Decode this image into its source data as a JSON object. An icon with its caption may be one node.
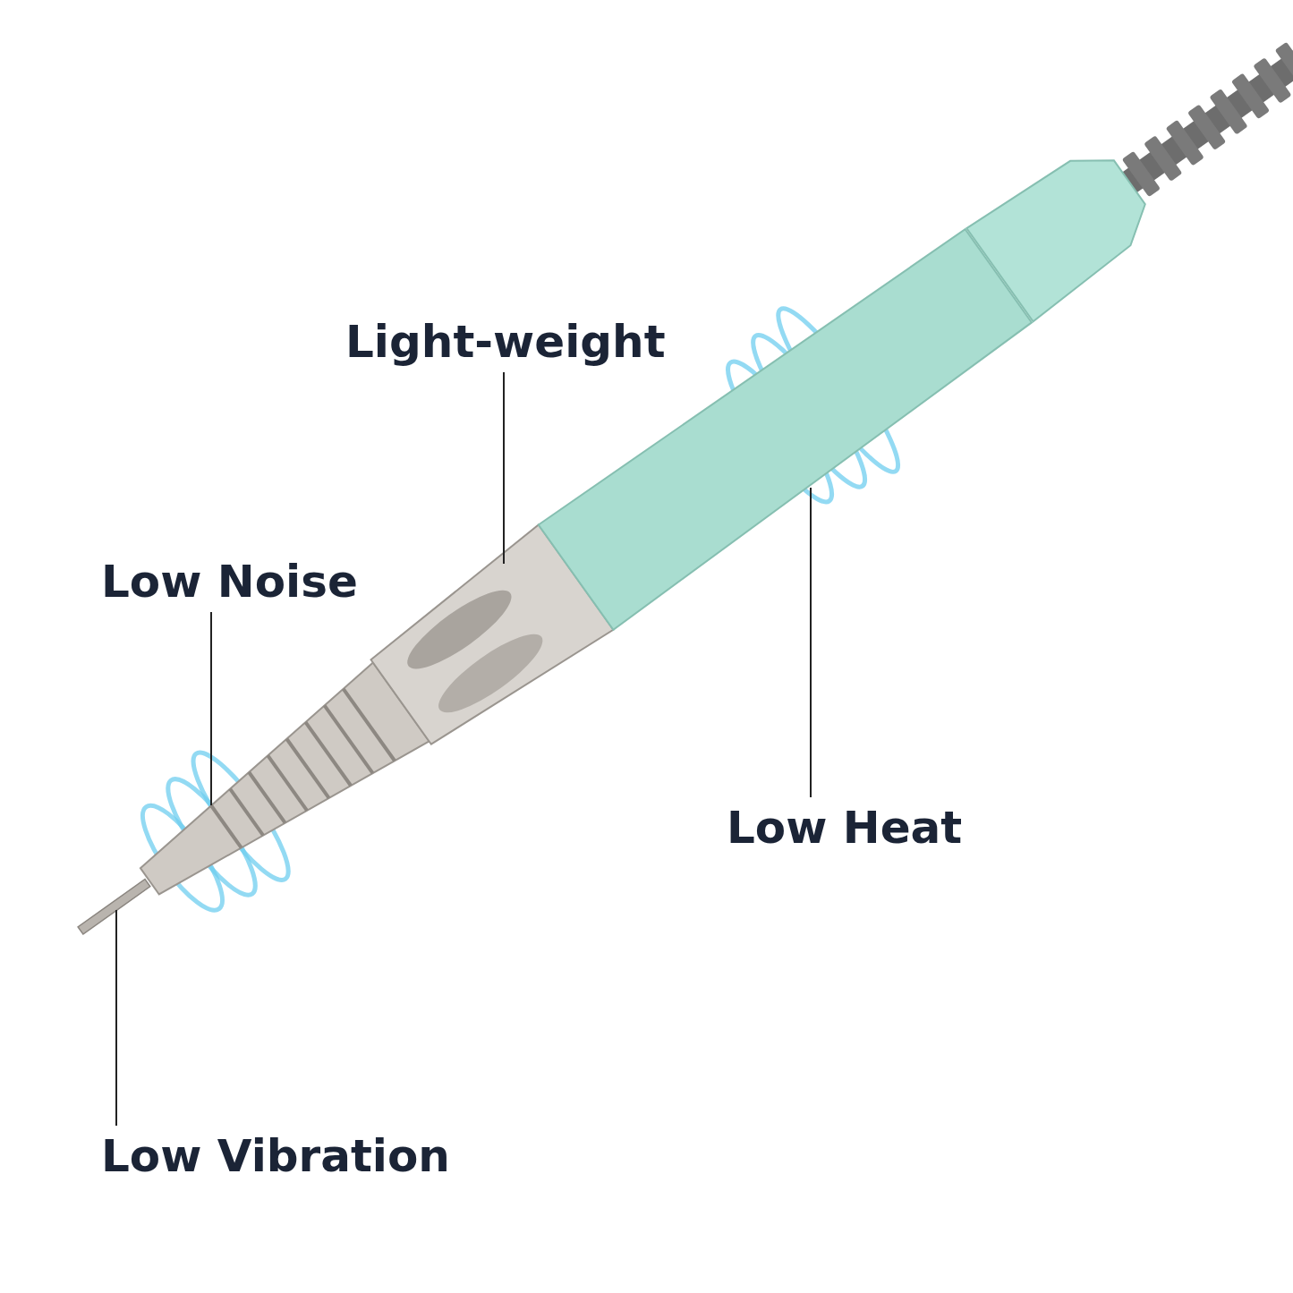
{
  "diagram": {
    "nodes": [
      {
        "text": [
          "Light-weight"
        ]
      },
      {
        "text": [
          "Low Noise"
        ]
      },
      {
        "text": [
          "Low Heat"
        ]
      },
      {
        "text": [
          "Low Vibration"
        ]
      },
      {
        "text": [],
        "shape": "picture"
      },
      {
        "text": [],
        "shape": "picture"
      },
      {
        "text": [],
        "shape": "picture"
      },
      {
        "text": [],
        "shape": "picture"
      }
    ],
    "edges": [
      {
        "from": 0,
        "to": 4,
        "arrow": "none"
      },
      {
        "from": 1,
        "to": 5,
        "arrow": "none"
      },
      {
        "from": 2,
        "to": 6,
        "arrow": "none"
      },
      {
        "from": 3,
        "to": 7,
        "arrow": "none"
      }
    ]
  }
}
